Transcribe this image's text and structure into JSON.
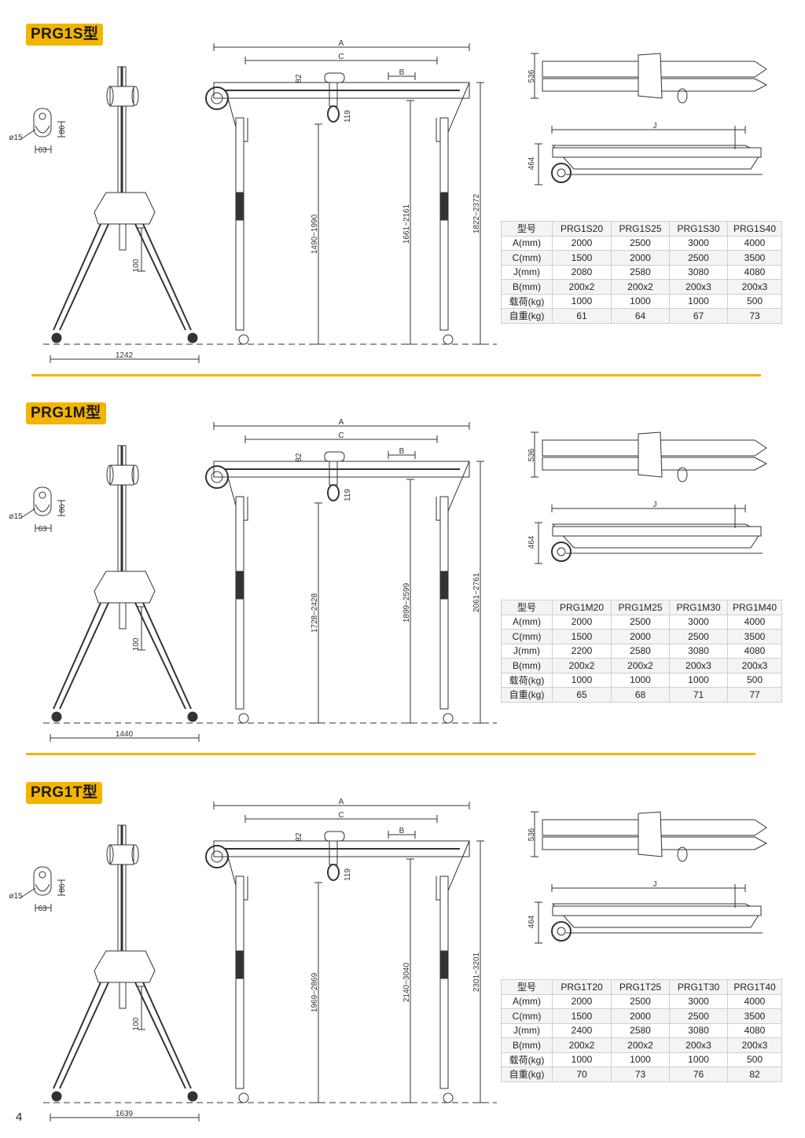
{
  "sections": [
    {
      "title": "PRG1S型",
      "base_width": "1242",
      "h1": "1490~1990",
      "h2": "1661~2161",
      "h3": "1822~2372",
      "table": {
        "header": [
          "型号",
          "PRG1S20",
          "PRG1S25",
          "PRG1S30",
          "PRG1S40"
        ],
        "rows": [
          [
            "A(mm)",
            "2000",
            "2500",
            "3000",
            "4000"
          ],
          [
            "C(mm)",
            "1500",
            "2000",
            "2500",
            "3500"
          ],
          [
            "J(mm)",
            "2080",
            "2580",
            "3080",
            "4080"
          ],
          [
            "B(mm)",
            "200x2",
            "200x2",
            "200x3",
            "200x3"
          ],
          [
            "载荷(kg)",
            "1000",
            "1000",
            "1000",
            "500"
          ],
          [
            "自重(kg)",
            "61",
            "64",
            "67",
            "73"
          ]
        ]
      }
    },
    {
      "title": "PRG1M型",
      "base_width": "1440",
      "h1": "1728~2428",
      "h2": "1899~2599",
      "h3": "2061~2761",
      "table": {
        "header": [
          "型号",
          "PRG1M20",
          "PRG1M25",
          "PRG1M30",
          "PRG1M40"
        ],
        "rows": [
          [
            "A(mm)",
            "2000",
            "2500",
            "3000",
            "4000"
          ],
          [
            "C(mm)",
            "1500",
            "2000",
            "2500",
            "3500"
          ],
          [
            "J(mm)",
            "2200",
            "2580",
            "3080",
            "4080"
          ],
          [
            "B(mm)",
            "200x2",
            "200x2",
            "200x3",
            "200x3"
          ],
          [
            "载荷(kg)",
            "1000",
            "1000",
            "1000",
            "500"
          ],
          [
            "自重(kg)",
            "65",
            "68",
            "71",
            "77"
          ]
        ]
      }
    },
    {
      "title": "PRG1T型",
      "base_width": "1639",
      "h1": "1969~2869",
      "h2": "2140~3040",
      "h3": "2301~3201",
      "table": {
        "header": [
          "型号",
          "PRG1T20",
          "PRG1T25",
          "PRG1T30",
          "PRG1T40"
        ],
        "rows": [
          [
            "A(mm)",
            "2000",
            "2500",
            "3000",
            "4000"
          ],
          [
            "C(mm)",
            "1500",
            "2000",
            "2500",
            "3500"
          ],
          [
            "J(mm)",
            "2400",
            "2580",
            "3080",
            "4080"
          ],
          [
            "B(mm)",
            "200x2",
            "200x2",
            "200x3",
            "200x3"
          ],
          [
            "载荷(kg)",
            "1000",
            "1000",
            "1000",
            "500"
          ],
          [
            "自重(kg)",
            "70",
            "73",
            "76",
            "82"
          ]
        ]
      }
    }
  ],
  "dims": {
    "dia": "ø15",
    "wheel_h": "86",
    "wheel_w": "63",
    "post": "100",
    "A": "A",
    "C": "C",
    "B": "B",
    "beam_h": "82",
    "hook": "119",
    "plan_w": "536",
    "plan_h": "464",
    "J": "J"
  },
  "colors": {
    "accent": "#f5b400"
  },
  "page_number": "4"
}
